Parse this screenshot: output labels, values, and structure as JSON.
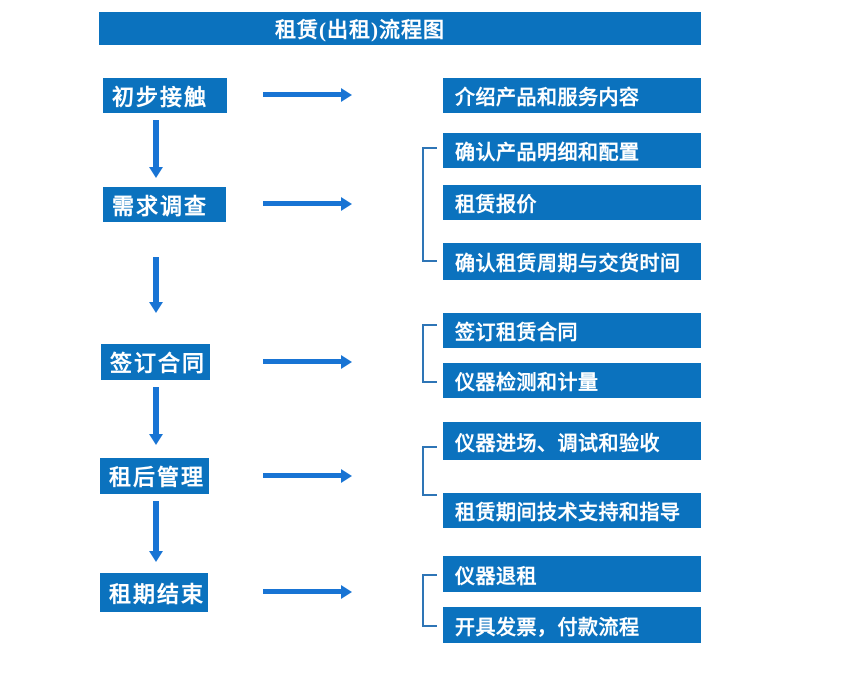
{
  "title": "租赁(出租)流程图",
  "colors": {
    "box_blue": "#0B72BE",
    "arrow_blue": "#1874D4",
    "bracket_blue": "#2E75B6",
    "text_white": "#FFFFFF"
  },
  "flow": [
    {
      "step": "初步接触",
      "details": [
        "介绍产品和服务内容"
      ]
    },
    {
      "step": "需求调查",
      "details": [
        "确认产品明细和配置",
        "租赁报价",
        "确认租赁周期与交货时间"
      ]
    },
    {
      "step": "签订合同",
      "details": [
        "签订租赁合同",
        "仪器检测和计量"
      ]
    },
    {
      "step": "租后管理",
      "details": [
        "仪器进场、调试和验收",
        "租赁期间技术支持和指导"
      ]
    },
    {
      "step": "租期结束",
      "details": [
        "仪器退租",
        "开具发票，付款流程"
      ]
    }
  ]
}
